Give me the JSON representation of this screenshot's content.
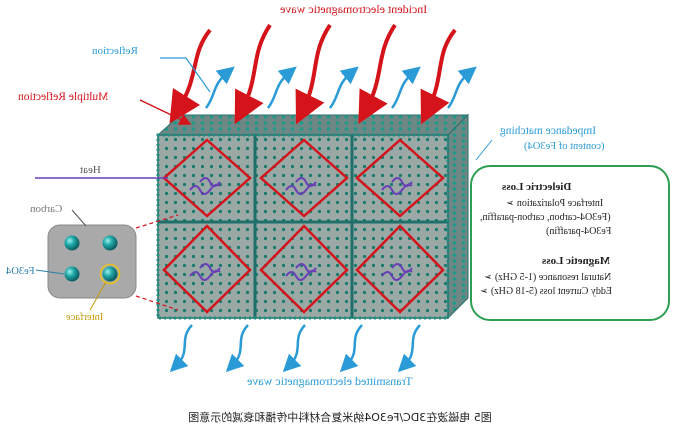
{
  "labels": {
    "incident": "Incident electromagnetic wave",
    "reflection": "Reflection",
    "multiple_reflection": "Multiple Reflection",
    "heat": "Heat",
    "carbon": "Carbon",
    "fe3o4": "Fe3O4",
    "interface": "Interface",
    "impedance_title": "Impedance matching",
    "impedance_sub": "(content of Fe3O4)",
    "transmitted": "Transmitted electromagnetic wave"
  },
  "panel": {
    "dielectric_title": "Dielectric Loss",
    "dielectric_item": "Interface Polarization",
    "dielectric_detail1": "(Fe3O4-carbon, carbon-paraffin,",
    "dielectric_detail2": "Fe3O4-paraffin)",
    "magnetic_title": "Magnetic Loss",
    "magnetic_item1": "Natural resonance (1-5 GHz)",
    "magnetic_item2": "Eddy Current loss (5-18 GHz)"
  },
  "caption": "图5 电磁波在3DC/Fe3O4纳米复合材料中传播和衰减的示意图",
  "colors": {
    "red": "#d4141a",
    "blue": "#2a9bd6",
    "teal": "#1f8a8a",
    "green": "#2e9e52",
    "purple": "#6a3fb5"
  }
}
